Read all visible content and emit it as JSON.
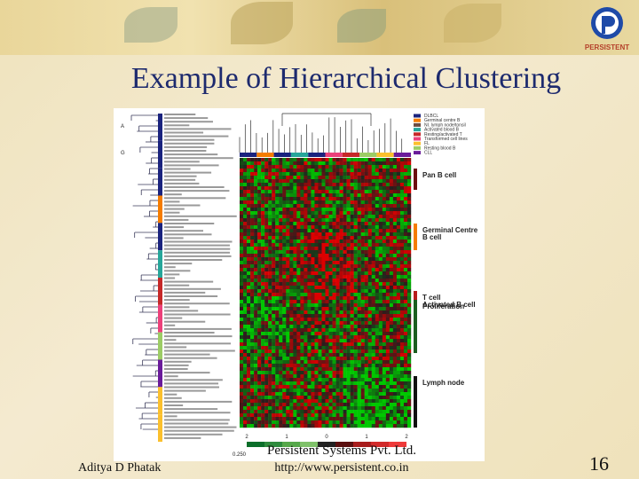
{
  "slide": {
    "title": "Example of Hierarchical Clustering",
    "author": "Aditya D Phatak",
    "company": "Persistent Systems Pvt. Ltd.",
    "url": "http://www.persistent.co.in",
    "page_number": "16",
    "logo_text": "PERSISTENT"
  },
  "figure": {
    "side_labels": [
      "A",
      "G"
    ],
    "legend": [
      {
        "label": "DLBCL",
        "color": "#1a237e"
      },
      {
        "label": "Germinal centre B",
        "color": "#f57c00"
      },
      {
        "label": "NI. lymph node/tonsil",
        "color": "#6d4c41"
      },
      {
        "label": "Activated blood B",
        "color": "#26a69a"
      },
      {
        "label": "Resting/activated T",
        "color": "#c62828"
      },
      {
        "label": "Transformed cell lines",
        "color": "#ec407a"
      },
      {
        "label": "FL",
        "color": "#fbc02d"
      },
      {
        "label": "Resting blood B",
        "color": "#9ccc65"
      },
      {
        "label": "CLL",
        "color": "#6a1b9a"
      }
    ],
    "gene_groups": [
      {
        "label": "Pan B cell",
        "color": "#6b0f0f"
      },
      {
        "label": "Germinal Centre B cell",
        "color": "#f57c00"
      },
      {
        "label": "T cell",
        "color": "#b71c1c"
      },
      {
        "label": "Activated B cell",
        "color": "#29b6f6"
      },
      {
        "label": "Proliferation",
        "color": "#1b5e20"
      },
      {
        "label": "Lymph node",
        "color": "#111111"
      }
    ],
    "scale_ticks": [
      "2",
      "1",
      "0",
      "1",
      "2"
    ],
    "scale_bottom_label": "0.250"
  }
}
